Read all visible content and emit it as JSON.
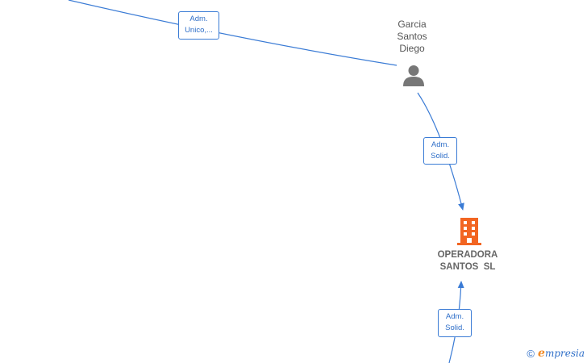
{
  "person": {
    "name_lines": [
      "Garcia",
      "Santos",
      "Diego"
    ],
    "icon": "person-icon",
    "icon_color": "#777777"
  },
  "company": {
    "name_lines": [
      "OPERADORA",
      "SANTOS  SL"
    ],
    "icon": "building-icon",
    "icon_color": "#f26522"
  },
  "edges": [
    {
      "label_lines": [
        "Adm.",
        "Unico,..."
      ]
    },
    {
      "label_lines": [
        "Adm.",
        "Solid."
      ]
    },
    {
      "label_lines": [
        "Adm.",
        "Solid."
      ]
    }
  ],
  "watermark": {
    "copyright_symbol": "©",
    "brand_first": "e",
    "brand_rest": "mpresia",
    "brand_color": "#f28c28"
  },
  "colors": {
    "edge": "#3a7bd5"
  }
}
